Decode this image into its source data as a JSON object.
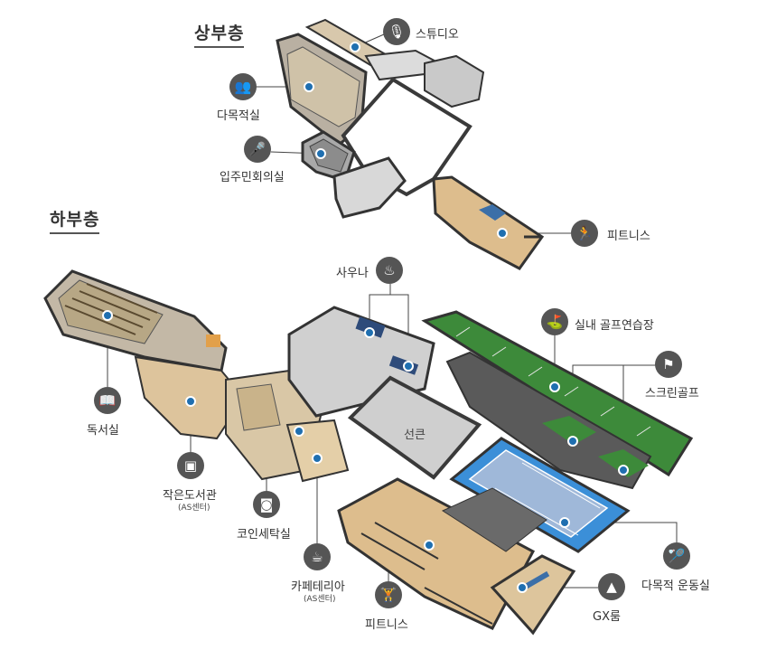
{
  "floors": {
    "upper": "상부층",
    "lower": "하부층"
  },
  "rooms": {
    "studio": "스튜디오",
    "multipurpose_room": "다목적실",
    "resident_meeting": "입주민회의실",
    "fitness_upper": "피트니스",
    "sauna": "사우나",
    "indoor_golf": "실내 골프연습장",
    "screen_golf": "스크린골프",
    "sunken": "선큰",
    "reading_room": "독서실",
    "small_library": "작은도서관",
    "small_library_sub": "(AS센터)",
    "coin_laundry": "코인세탁실",
    "cafeteria": "카페테리아",
    "cafeteria_sub": "(AS센터)",
    "fitness_lower": "피트니스",
    "gx_room": "GX룸",
    "multipurpose_gym": "다목적 운동실"
  },
  "icons": {
    "studio": "microphone-icon",
    "multipurpose_room": "people-icon",
    "resident_meeting": "microphone-stand-icon",
    "fitness_upper": "running-icon",
    "sauna": "sauna-icon",
    "indoor_golf": "golfer-icon",
    "screen_golf": "golf-flag-icon",
    "reading_room": "book-icon",
    "small_library": "library-icon",
    "coin_laundry": "washing-machine-icon",
    "cafeteria": "coffee-icon",
    "fitness_lower": "treadmill-icon",
    "gx_room": "aerobics-icon",
    "multipurpose_gym": "badminton-icon"
  },
  "colors": {
    "icon_bg": "#555555",
    "marker": "#1f6fb0",
    "golf_green": "#3d8a3a",
    "court_blue": "#3b8fd8",
    "wood": "#d9b98a",
    "wall": "#3a3a3a",
    "floor_gray": "#c8c8c8"
  }
}
